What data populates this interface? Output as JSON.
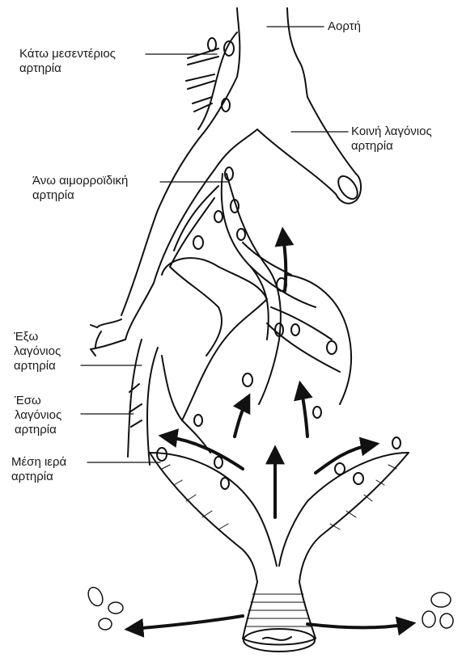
{
  "labels": {
    "aorta": "Αορτή",
    "inferior_mesenteric": [
      "Κάτω μεσεντέριος",
      "αρτηρία"
    ],
    "common_iliac": [
      "Κοινή λαγόνιος",
      "αρτηρία"
    ],
    "superior_hemorrhoidal": [
      "Άνω αιμορροϊδική",
      "αρτηρία"
    ],
    "external_iliac": [
      "Έξω",
      "λαγόνιος",
      "αρτηρία"
    ],
    "internal_iliac": [
      "Έσω",
      "λαγόνιος",
      "αρτηρία"
    ],
    "middle_sacral": [
      "Μέση ιερά",
      "αρτηρία"
    ]
  },
  "colors": {
    "ink": "#111111",
    "background": "#ffffff"
  }
}
